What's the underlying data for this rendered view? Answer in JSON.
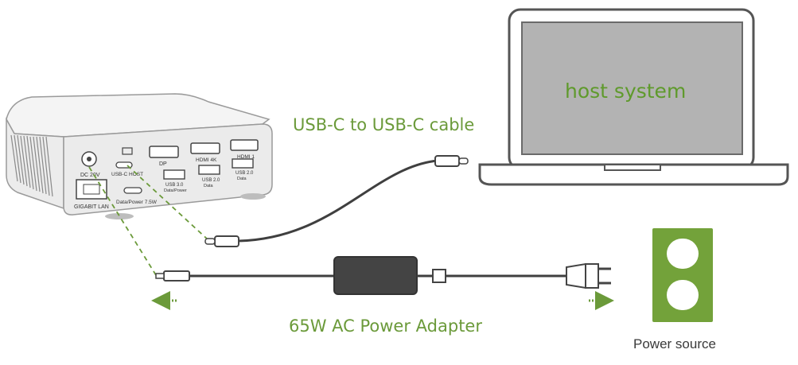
{
  "diagram": {
    "labels": {
      "host_system": "host system",
      "usb_cable": "USB-C to USB-C cable",
      "power_adapter": "65W AC Power Adapter",
      "power_source": "Power source"
    },
    "dock_ports": {
      "dc": "DC 20V",
      "usbc_host": "USB-C HOST",
      "dp": "DP",
      "hdmi4k": "HDMI 4K",
      "hdmi1": "HDMI 1",
      "gigabit_lan": "GIGABIT LAN",
      "usbc_datapower": "Data/Power 7.5W",
      "usb30": "USB 3.0",
      "usb30_sub": "Data/Power",
      "usb20a": "USB 2.0",
      "usb20a_sub": "Data",
      "usb20b": "USB 2.0",
      "usb20b_sub": "Data"
    },
    "colors": {
      "accent_green": "#6b9a3a",
      "outlet_green": "#73a23a",
      "cable_gray": "#3f3f3f",
      "outline_gray": "#5a5a5a"
    }
  }
}
